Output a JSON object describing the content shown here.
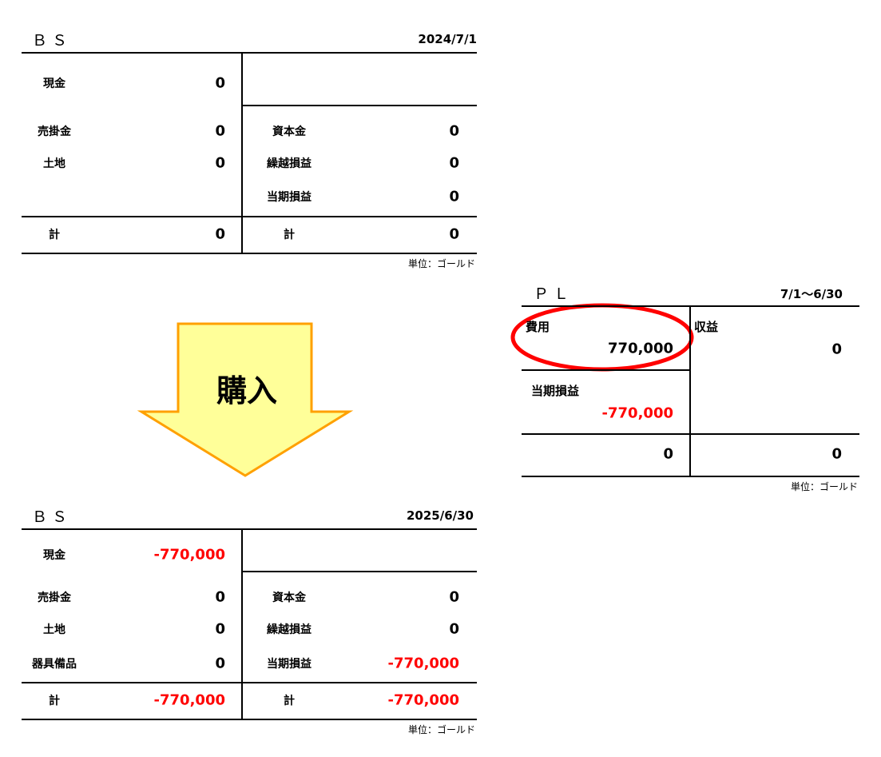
{
  "bs_before": {
    "title": "ＢＳ",
    "date": "2024/7/1",
    "assets": [
      {
        "label": "現金",
        "value": "0"
      },
      {
        "label": "売掛金",
        "value": "0"
      },
      {
        "label": "土地",
        "value": "0"
      }
    ],
    "equity": [
      {
        "label": "資本金",
        "value": "0"
      },
      {
        "label": "繰越損益",
        "value": "0"
      },
      {
        "label": "当期損益",
        "value": "0"
      }
    ],
    "total_left": {
      "label": "計",
      "value": "0"
    },
    "total_right": {
      "label": "計",
      "value": "0"
    },
    "unit": "単位：ゴールド"
  },
  "arrow": {
    "label": "購入",
    "fill": "#ffff99",
    "stroke": "#ffa000"
  },
  "pl": {
    "title": "ＰＬ",
    "period": "7/1～6/30",
    "expense": {
      "label": "費用",
      "value": "770,000"
    },
    "net_income": {
      "label": "当期損益",
      "value": "-770,000"
    },
    "revenue": {
      "label": "収益",
      "value": "0"
    },
    "total_left": "0",
    "total_right": "0",
    "unit": "単位：ゴールド",
    "highlight_color": "#ff0000"
  },
  "bs_after": {
    "title": "ＢＳ",
    "date": "2025/6/30",
    "assets": [
      {
        "label": "現金",
        "value": "-770,000"
      },
      {
        "label": "売掛金",
        "value": "0"
      },
      {
        "label": "土地",
        "value": "0"
      },
      {
        "label": "器具備品",
        "value": "0"
      }
    ],
    "equity": [
      {
        "label": "資本金",
        "value": "0"
      },
      {
        "label": "繰越損益",
        "value": "0"
      },
      {
        "label": "当期損益",
        "value": "-770,000"
      }
    ],
    "total_left": {
      "label": "計",
      "value": "-770,000"
    },
    "total_right": {
      "label": "計",
      "value": "-770,000"
    },
    "unit": "単位：ゴールド"
  }
}
